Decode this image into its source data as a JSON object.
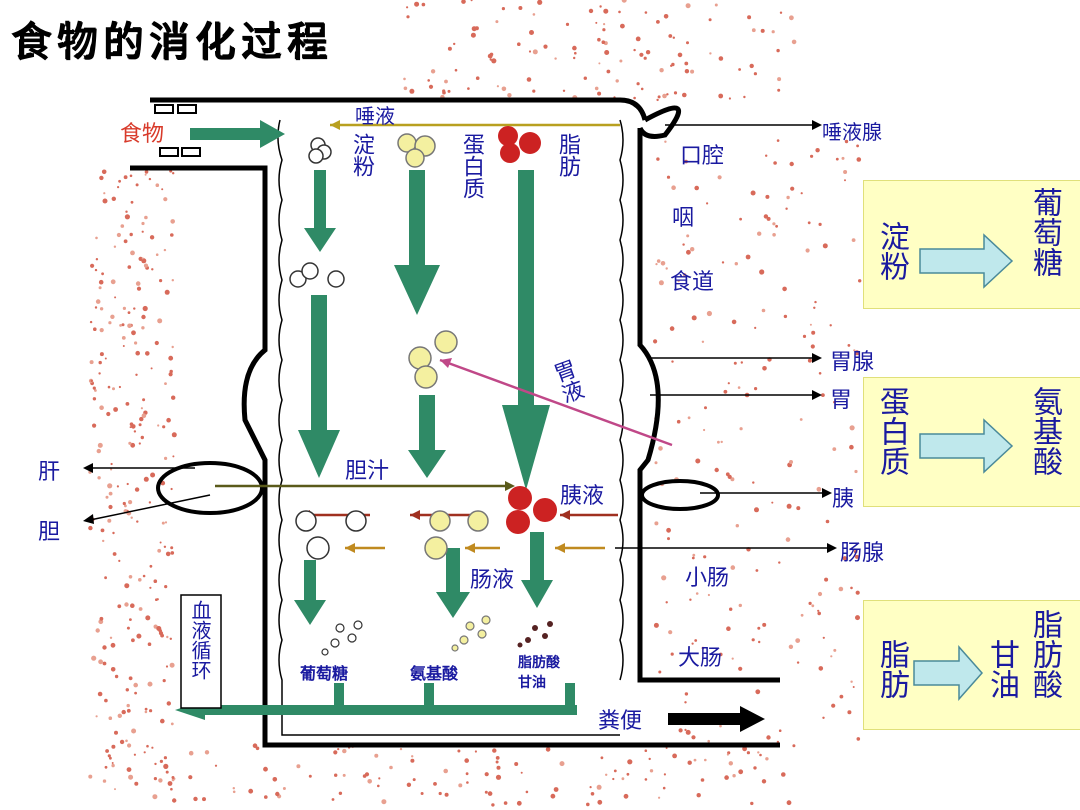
{
  "title": "食物的消化过程",
  "labels": {
    "food": "食物",
    "saliva": "唾液",
    "starch": "淀粉",
    "protein": "蛋白质",
    "fat": "脂肪",
    "salivary_gland": "唾液腺",
    "mouth": "口腔",
    "pharynx": "咽",
    "esophagus": "食道",
    "gastric_gland": "胃腺",
    "stomach": "胃",
    "gastric_juice": "胃液",
    "liver": "肝",
    "gallbladder": "胆",
    "bile": "胆汁",
    "pancreatic_juice": "胰液",
    "pancreas": "胰",
    "intestinal_gland": "肠腺",
    "intestinal_juice": "肠液",
    "small_intestine": "小肠",
    "large_intestine": "大肠",
    "blood_circulation": "血液循环",
    "glucose": "葡萄糖",
    "amino_acid": "氨基酸",
    "fatty_acid": "脂肪酸",
    "glycerol": "甘油",
    "feces": "粪便"
  },
  "legend": {
    "box1": {
      "from": "淀粉",
      "to": "葡萄糖"
    },
    "box2": {
      "from": "蛋白质",
      "to": "氨基酸"
    },
    "box3": {
      "from": "脂肪",
      "mid": "甘油",
      "to": "脂肪酸"
    }
  },
  "colors": {
    "green_arrow": "#2f8a66",
    "red_label": "#d83a2a",
    "blue_text": "#1a1aa0",
    "legend_bg": "#ffffc4",
    "fat_red": "#cc2222",
    "nutrient_yellow": "#f4f0a0"
  }
}
